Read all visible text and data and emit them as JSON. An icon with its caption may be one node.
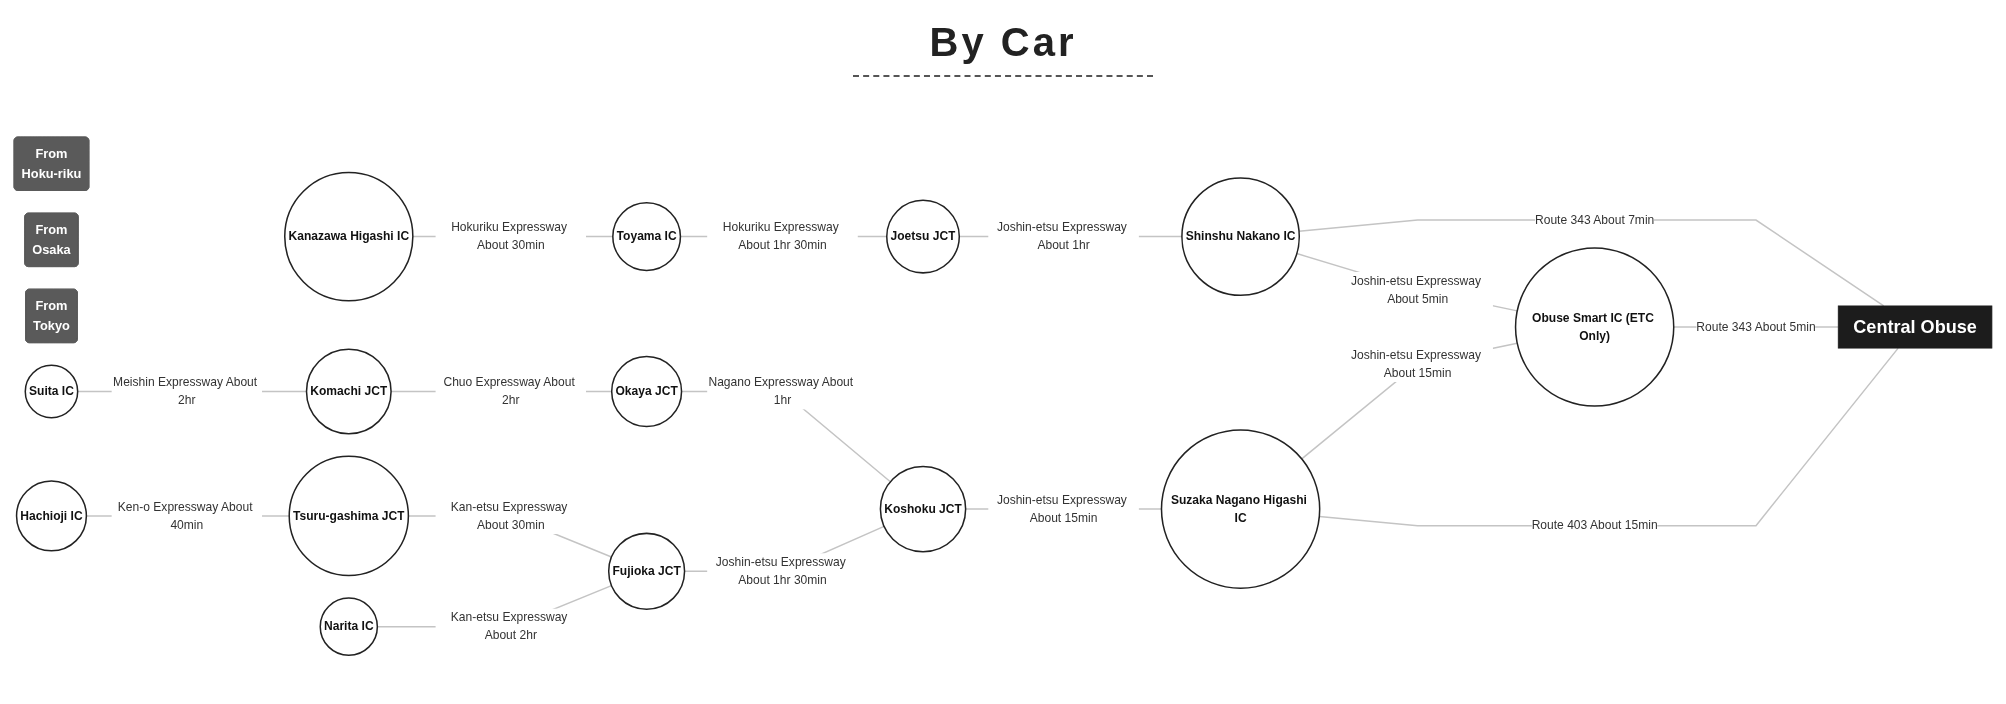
{
  "diagram": {
    "title": "By Car",
    "nodes": [
      {
        "text": [
          "From",
          "Hoku-riku"
        ]
      },
      {
        "text": [
          "From",
          "Osaka"
        ]
      },
      {
        "text": [
          "From",
          "Tokyo"
        ]
      },
      {
        "text": [
          "Kanazawa Higashi IC"
        ]
      },
      {
        "text": [
          "Toyama IC"
        ]
      },
      {
        "text": [
          "Joetsu JCT"
        ]
      },
      {
        "text": [
          "Suita IC"
        ]
      },
      {
        "text": [
          "Komachi JCT"
        ]
      },
      {
        "text": [
          "Okaya JCT"
        ]
      },
      {
        "text": [
          "Hachioji IC"
        ]
      },
      {
        "text": [
          "Tsuru-gashima JCT"
        ]
      },
      {
        "text": [
          "Fujioka JCT"
        ]
      },
      {
        "text": [
          "Narita IC"
        ]
      },
      {
        "text": [
          "Koshoku JCT"
        ]
      },
      {
        "text": [
          "Shinshu Nakano IC"
        ]
      },
      {
        "text": [
          "Suzaka Nagano Higashi IC"
        ]
      },
      {
        "text": [
          "Obuse Smart IC (ETC Only)"
        ]
      },
      {
        "text": [
          "Central Obuse"
        ]
      }
    ],
    "edges": [
      {
        "from": 3,
        "to": 4,
        "arrow": "none",
        "label": "Hokuriku Expressway About 30min"
      },
      {
        "from": 4,
        "to": 5,
        "arrow": "none",
        "label": "Hokuriku Expressway About 1hr 30min"
      },
      {
        "from": 5,
        "to": 14,
        "arrow": "none",
        "label": "Joshin-etsu Expressway About 1hr"
      },
      {
        "from": 14,
        "to": 17,
        "arrow": "none",
        "label": "Route 343 About 7min"
      },
      {
        "from": 6,
        "to": 7,
        "arrow": "none",
        "label": "Meishin Expressway About 2hr"
      },
      {
        "from": 7,
        "to": 8,
        "arrow": "none",
        "label": "Chuo Expressway About 2hr"
      },
      {
        "from": 8,
        "to": 13,
        "arrow": "none",
        "label": "Nagano Expressway About 1hr"
      },
      {
        "from": 14,
        "to": 16,
        "arrow": "none",
        "label": "Joshin-etsu Expressway About 5min"
      },
      {
        "from": 16,
        "to": 17,
        "arrow": "none",
        "label": "Route 343 About 5min"
      },
      {
        "from": 9,
        "to": 10,
        "arrow": "none",
        "label": "Ken-o Expressway About 40min"
      },
      {
        "from": 10,
        "to": 11,
        "arrow": "none",
        "label": "Kan-etsu Expressway About 30min"
      },
      {
        "from": 11,
        "to": 13,
        "arrow": "none",
        "label": "Joshin-etsu Expressway About 1hr 30min"
      },
      {
        "from": 13,
        "to": 15,
        "arrow": "none",
        "label": "Joshin-etsu Expressway About 15min"
      },
      {
        "from": 15,
        "to": 16,
        "arrow": "none",
        "label": "Joshin-etsu Expressway About 15min"
      },
      {
        "from": 12,
        "to": 11,
        "arrow": "none",
        "label": "Kan-etsu Expressway About 2hr"
      },
      {
        "from": 15,
        "to": 17,
        "arrow": "none",
        "label": "Route 403 About 15min"
      }
    ]
  }
}
